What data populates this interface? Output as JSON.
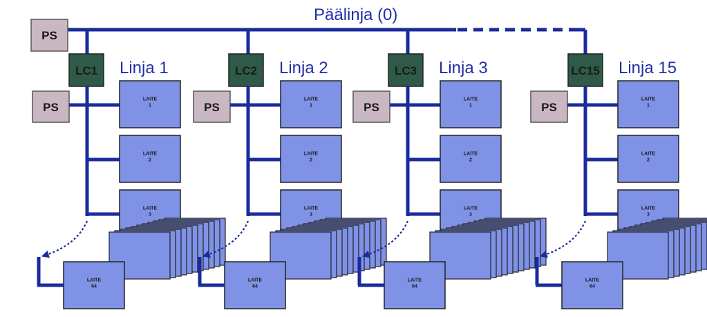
{
  "main_line": {
    "label": "Päälinja (0)"
  },
  "power_supply_label": "PS",
  "device_label": "LAITE",
  "colors": {
    "bus": "#1a2b9c",
    "ps_fill": "#c9b8c4",
    "lc_fill": "#2f5a48",
    "device_fill": "#7f92e6",
    "label": "#1f2fa8"
  },
  "groups": [
    {
      "controller": "LC1",
      "line_label": "Linja 1",
      "devices": [
        "1",
        "2",
        "3"
      ],
      "last_device": "64"
    },
    {
      "controller": "LC2",
      "line_label": "Linja 2",
      "devices": [
        "1",
        "2",
        "3"
      ],
      "last_device": "64"
    },
    {
      "controller": "LC3",
      "line_label": "Linja 3",
      "devices": [
        "1",
        "2",
        "3"
      ],
      "last_device": "64"
    },
    {
      "controller": "LC15",
      "line_label": "Linja 15",
      "devices": [
        "1",
        "2",
        "3"
      ],
      "last_device": "64"
    }
  ]
}
